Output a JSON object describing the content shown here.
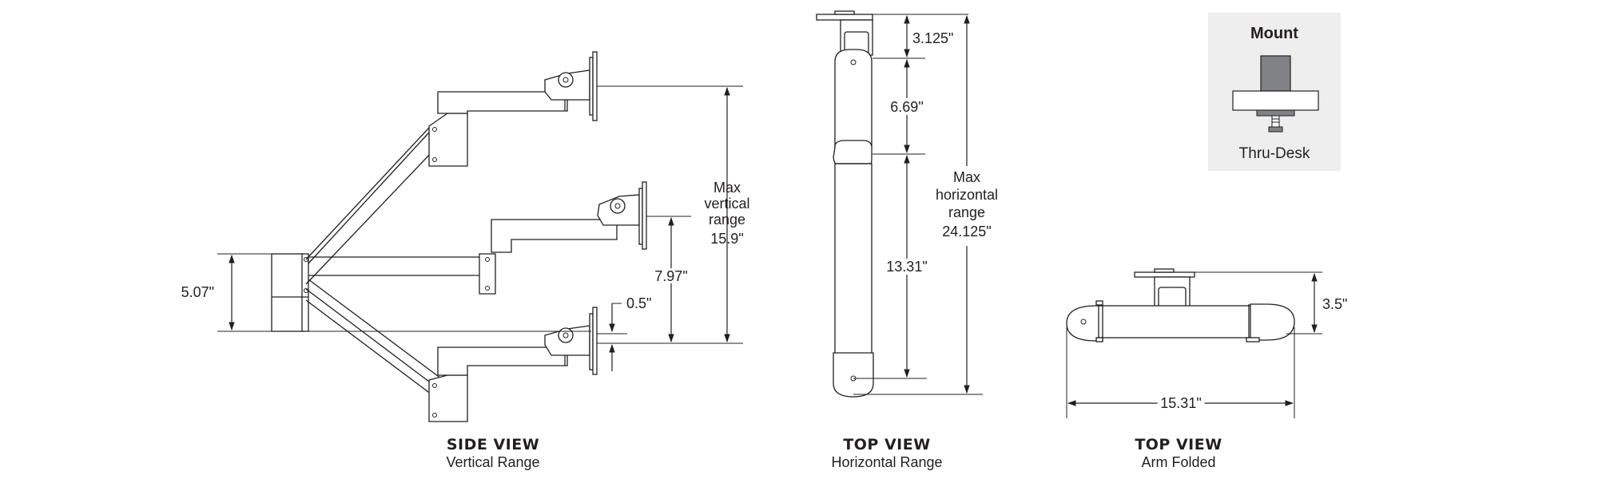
{
  "side_view": {
    "title": "SIDE VIEW",
    "subtitle": "Vertical Range",
    "base_height": "5.07\"",
    "max_vertical_lines": [
      "Max",
      "vertical",
      "range",
      "15.9\""
    ],
    "mid_range": "7.97\"",
    "small_offset": "0.5\""
  },
  "top_view_horizontal": {
    "title": "TOP VIEW",
    "subtitle": "Horizontal Range",
    "dim_top": "3.125\"",
    "dim_mid": "6.69\"",
    "dim_lower": "13.31\"",
    "max_horizontal_lines": [
      "Max",
      "horizontal",
      "range",
      "24.125\""
    ]
  },
  "top_view_folded": {
    "title": "TOP VIEW",
    "subtitle": "Arm Folded",
    "depth": "3.5\"",
    "width": "15.31\""
  },
  "mount_box": {
    "title": "Mount",
    "label": "Thru-Desk"
  }
}
